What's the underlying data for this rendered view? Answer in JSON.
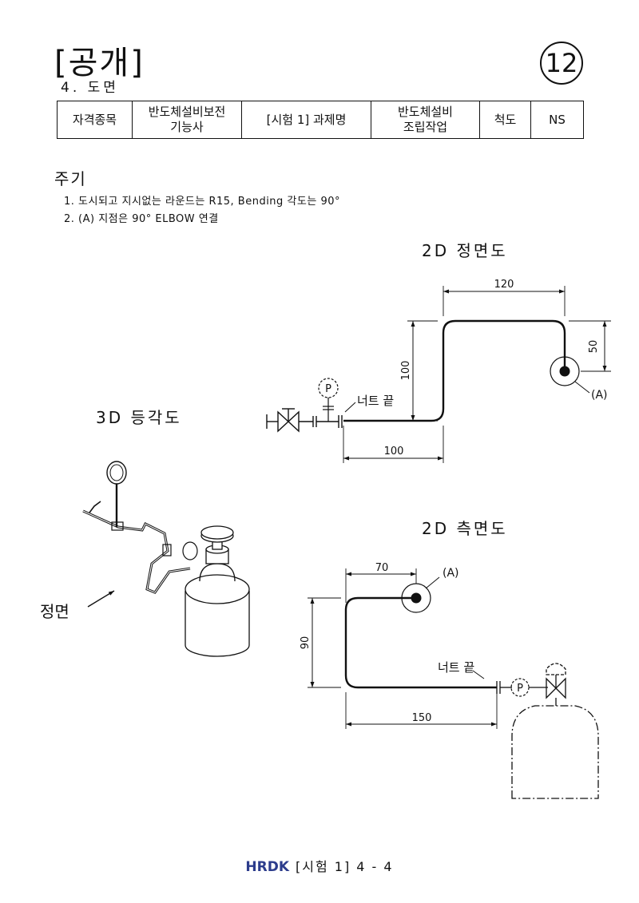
{
  "header": {
    "title": "[공개]",
    "section": "4. 도면",
    "sheet_number": "12"
  },
  "info_table": {
    "cells": [
      "자격종목",
      "반도체설비보전\n기능사",
      "[시험 1] 과제명",
      "반도체설비\n조립작업",
      "척도",
      "NS"
    ]
  },
  "notes": {
    "title": "주기",
    "items": [
      "1. 도시되고 지시없는 라운드는 R15, Bending 각도는 90°",
      "2. (A) 지점은 90° ELBOW 연결"
    ]
  },
  "front_view": {
    "title": "2D 정면도",
    "dim_top": "120",
    "dim_right": "50",
    "dim_left": "100",
    "dim_bottom": "100",
    "nut_label": "너트 끝",
    "point_label": "(A)",
    "gauge_label": "P"
  },
  "iso_view": {
    "title": "3D 등각도",
    "direction_label": "정면"
  },
  "side_view": {
    "title": "2D 측면도",
    "dim_top": "70",
    "dim_left": "90",
    "dim_bottom": "150",
    "nut_label": "너트 끝",
    "point_label": "(A)",
    "gauge_label": "P"
  },
  "footer": {
    "logo": "HRDK",
    "text": "[시험 1] 4 - 4"
  }
}
